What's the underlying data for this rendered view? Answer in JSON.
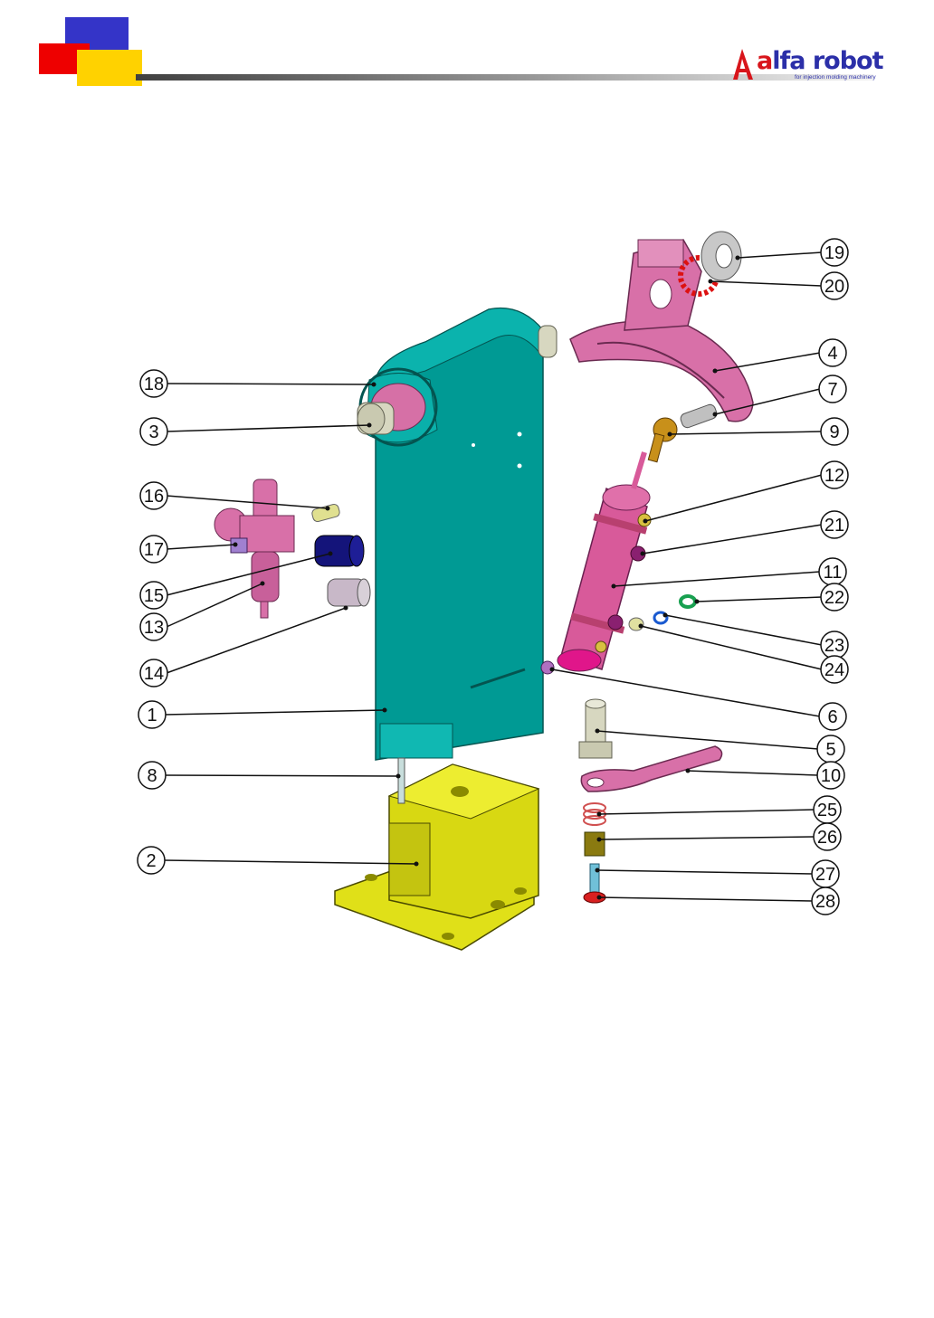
{
  "header": {
    "brand_colors": {
      "blue": "#3333cc",
      "red": "#ee0000",
      "yellow": "#ffd000"
    },
    "logo": {
      "name": "alfa robot",
      "tagline": "for injection molding machinery"
    }
  },
  "diagram": {
    "part_colors": {
      "arm_body": "#00a19a",
      "base": "#dcdc14",
      "bracket": "#d870a8",
      "cylinder": "#d85a9a",
      "shaft": "#d0d0b8",
      "blue_part": "#1a1a80"
    },
    "callouts_left": [
      "18",
      "3",
      "16",
      "17",
      "15",
      "13",
      "14",
      "1",
      "8",
      "2"
    ],
    "callouts_right": [
      "19",
      "20",
      "4",
      "7",
      "9",
      "12",
      "21",
      "11",
      "22",
      "23",
      "24",
      "6",
      "5",
      "10",
      "25",
      "26",
      "27",
      "28"
    ]
  }
}
